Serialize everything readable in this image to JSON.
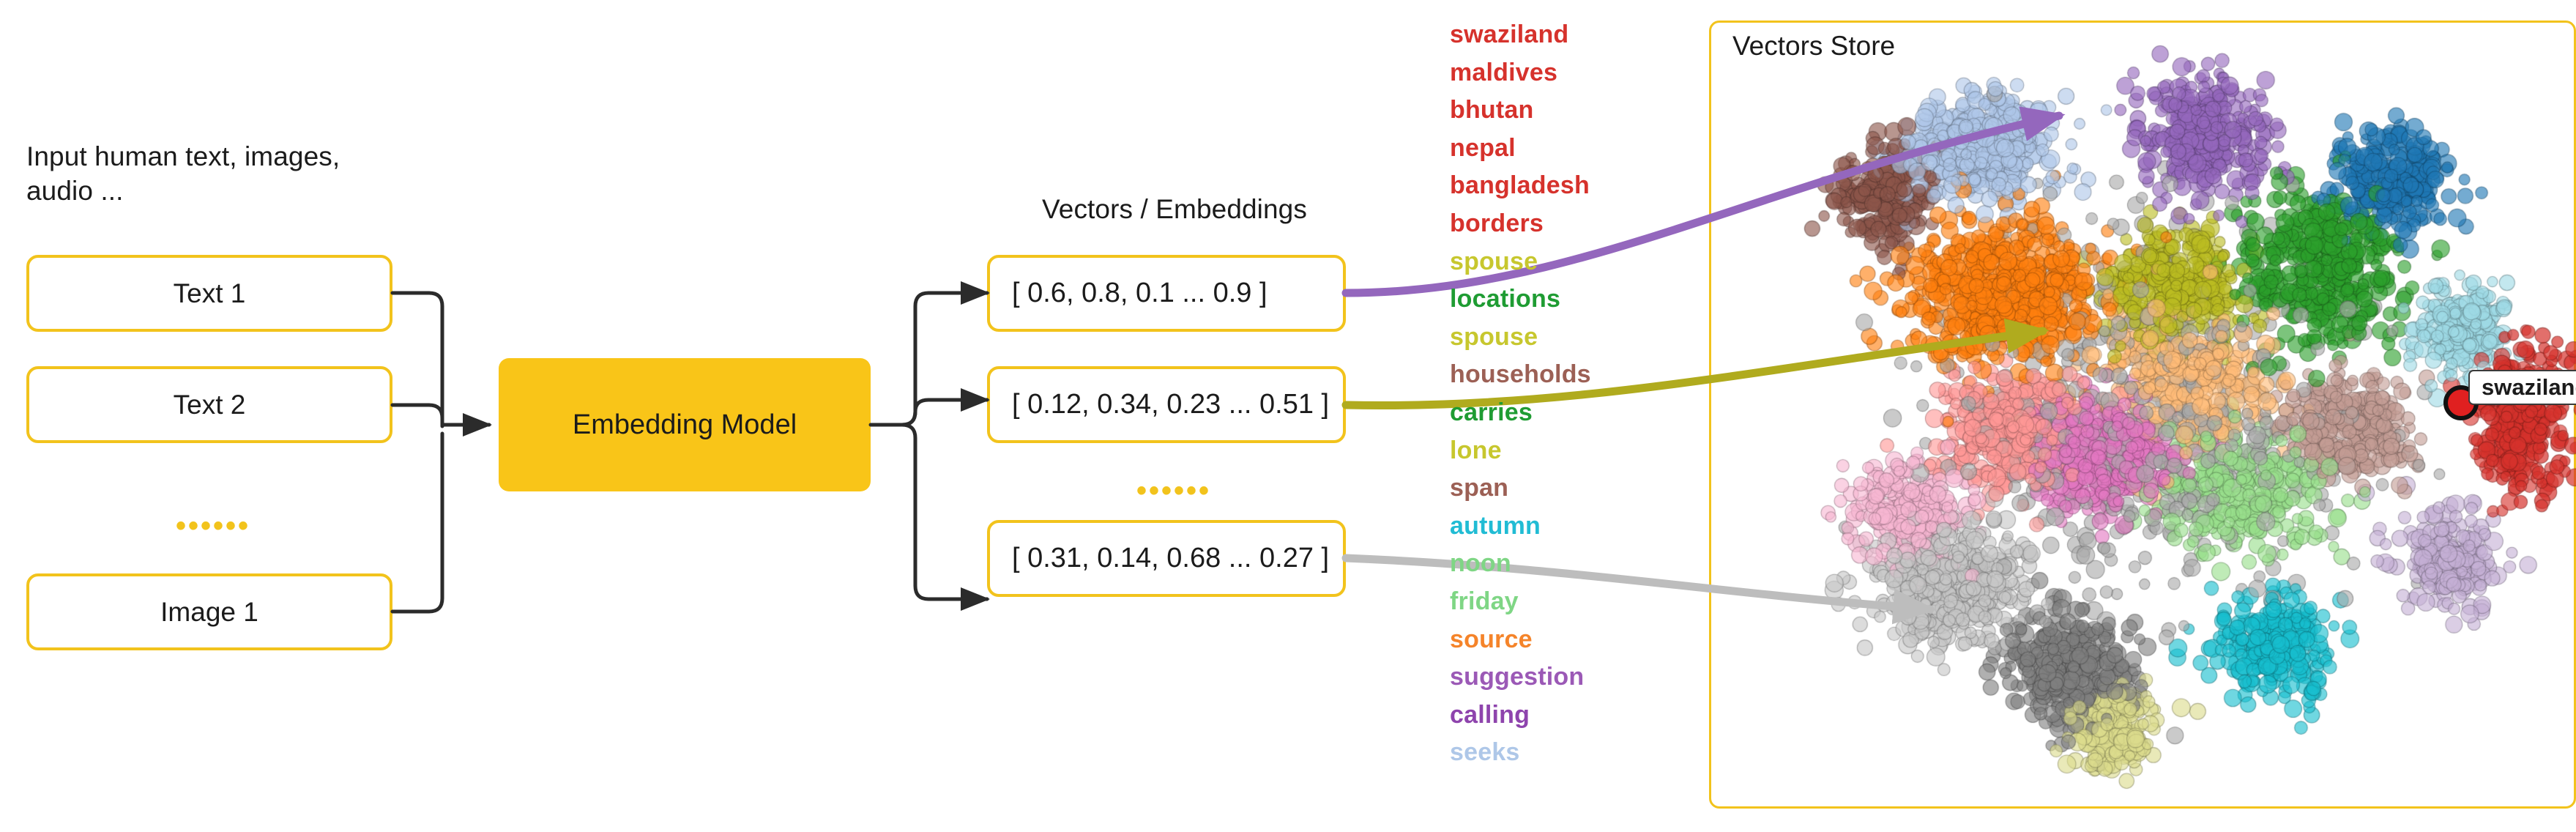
{
  "input_section": {
    "caption": "Input human text, images,\naudio ...",
    "boxes": [
      {
        "label": "Text 1"
      },
      {
        "label": "Text 2"
      },
      {
        "label": "Image 1"
      }
    ],
    "ellipsis": "••••••"
  },
  "model": {
    "label": "Embedding Model"
  },
  "vectors_section": {
    "caption": "Vectors / Embeddings",
    "boxes": [
      {
        "label": "[ 0.6, 0.8, 0.1 ... 0.9 ]"
      },
      {
        "label": "[ 0.12, 0.34, 0.23 ... 0.51 ]"
      },
      {
        "label": "[ 0.31, 0.14, 0.68 ... 0.27 ]"
      }
    ],
    "ellipsis": "••••••"
  },
  "word_list": [
    {
      "text": "swaziland",
      "color": "#d6322c"
    },
    {
      "text": "maldives",
      "color": "#d6322c"
    },
    {
      "text": "bhutan",
      "color": "#d6322c"
    },
    {
      "text": "nepal",
      "color": "#d6322c"
    },
    {
      "text": "bangladesh",
      "color": "#d6322c"
    },
    {
      "text": "borders",
      "color": "#d6322c"
    },
    {
      "text": "spouse",
      "color": "#c7c72e"
    },
    {
      "text": "locations",
      "color": "#1f9c33"
    },
    {
      "text": "spouse",
      "color": "#c7c72e"
    },
    {
      "text": "households",
      "color": "#9c6055"
    },
    {
      "text": "carries",
      "color": "#1f9c33"
    },
    {
      "text": "lone",
      "color": "#c7c72e"
    },
    {
      "text": "span",
      "color": "#9c6055"
    },
    {
      "text": "autumn",
      "color": "#21bcd4"
    },
    {
      "text": "noon",
      "color": "#7fd685"
    },
    {
      "text": "friday",
      "color": "#7fd685"
    },
    {
      "text": "source",
      "color": "#f5842a"
    },
    {
      "text": "suggestion",
      "color": "#9b59b6"
    },
    {
      "text": "calling",
      "color": "#8e44ad"
    },
    {
      "text": "seeks",
      "color": "#aec7e8"
    }
  ],
  "vectors_store": {
    "title": "Vectors Store",
    "highlighted_point_label": "swaziland"
  },
  "connectors": [
    {
      "name": "vector-1-to-store",
      "color": "#9467bd"
    },
    {
      "name": "vector-2-to-store",
      "color": "#b0ab1e"
    },
    {
      "name": "vector-3-to-store",
      "color": "#bdbdbd"
    }
  ],
  "colors": {
    "accent_yellow": "#f2c31c",
    "model_fill": "#f9c518",
    "flow_line": "#2b2b2b",
    "text": "#1b1b1b"
  },
  "chart_data": {
    "type": "scatter",
    "title": "Vectors Store",
    "description": "2-D t-SNE / UMAP projection of word embeddings, ~6000 points grouped into colour-coded semantic clusters",
    "xlabel": "",
    "ylabel": "",
    "grid": false,
    "legend": "none",
    "annotations": [
      {
        "label": "swaziland",
        "cluster": "countries-red",
        "x": 0.955,
        "y": 0.5
      }
    ],
    "clusters": [
      {
        "name": "countries-red",
        "color": "#d6322c",
        "cx": 0.935,
        "cy": 0.505,
        "rx": 0.05,
        "ry": 0.105,
        "n": 230
      },
      {
        "name": "light-blue-upper",
        "color": "#aec7e8",
        "cx": 0.3,
        "cy": 0.155,
        "rx": 0.105,
        "ry": 0.085,
        "n": 420
      },
      {
        "name": "brown-upper-left",
        "color": "#8c564b",
        "cx": 0.185,
        "cy": 0.215,
        "rx": 0.07,
        "ry": 0.08,
        "n": 250
      },
      {
        "name": "orange-core",
        "color": "#ff7f0e",
        "cx": 0.325,
        "cy": 0.345,
        "rx": 0.135,
        "ry": 0.115,
        "n": 620
      },
      {
        "name": "purple-top-right",
        "color": "#9467bd",
        "cx": 0.565,
        "cy": 0.135,
        "rx": 0.09,
        "ry": 0.095,
        "n": 330
      },
      {
        "name": "green-right",
        "color": "#2ca02c",
        "cx": 0.705,
        "cy": 0.305,
        "rx": 0.115,
        "ry": 0.115,
        "n": 430
      },
      {
        "name": "olive-mid",
        "color": "#bcbd22",
        "cx": 0.53,
        "cy": 0.33,
        "rx": 0.095,
        "ry": 0.085,
        "n": 360
      },
      {
        "name": "magenta-mid",
        "color": "#e377c2",
        "cx": 0.45,
        "cy": 0.555,
        "rx": 0.1,
        "ry": 0.09,
        "n": 400
      },
      {
        "name": "salmon-mid",
        "color": "#ff9896",
        "cx": 0.33,
        "cy": 0.52,
        "rx": 0.095,
        "ry": 0.09,
        "n": 350
      },
      {
        "name": "pink-lower-left",
        "color": "#f7b6d2",
        "cx": 0.215,
        "cy": 0.625,
        "rx": 0.08,
        "ry": 0.075,
        "n": 260
      },
      {
        "name": "grey-light-lower",
        "color": "#c7c7c7",
        "cx": 0.26,
        "cy": 0.72,
        "rx": 0.11,
        "ry": 0.1,
        "n": 430
      },
      {
        "name": "dark-grey-bottom",
        "color": "#7f7f7f",
        "cx": 0.405,
        "cy": 0.83,
        "rx": 0.09,
        "ry": 0.095,
        "n": 380
      },
      {
        "name": "cyan-bottom-right",
        "color": "#17becf",
        "cx": 0.65,
        "cy": 0.8,
        "rx": 0.08,
        "ry": 0.075,
        "n": 290
      },
      {
        "name": "yellow-bottom",
        "color": "#dbdb8d",
        "cx": 0.455,
        "cy": 0.915,
        "rx": 0.06,
        "ry": 0.06,
        "n": 200
      },
      {
        "name": "tan-right",
        "color": "#c49c94",
        "cx": 0.735,
        "cy": 0.52,
        "rx": 0.085,
        "ry": 0.08,
        "n": 300
      },
      {
        "name": "steel-blue-right",
        "color": "#1f77b4",
        "cx": 0.79,
        "cy": 0.195,
        "rx": 0.08,
        "ry": 0.08,
        "n": 270
      },
      {
        "name": "lavender-right",
        "color": "#c5b0d5",
        "cx": 0.855,
        "cy": 0.69,
        "rx": 0.07,
        "ry": 0.075,
        "n": 230
      },
      {
        "name": "light-green-scatter",
        "color": "#98df8a",
        "cx": 0.61,
        "cy": 0.6,
        "rx": 0.12,
        "ry": 0.11,
        "n": 280
      },
      {
        "name": "sky-cluster-right",
        "color": "#9edae5",
        "cx": 0.87,
        "cy": 0.395,
        "rx": 0.07,
        "ry": 0.07,
        "n": 210
      },
      {
        "name": "peach-scatter",
        "color": "#ffbb78",
        "cx": 0.54,
        "cy": 0.45,
        "rx": 0.125,
        "ry": 0.11,
        "n": 300
      },
      {
        "name": "mixed-halo",
        "color": "#aaaaaa",
        "cx": 0.5,
        "cy": 0.5,
        "rx": 0.29,
        "ry": 0.29,
        "n": 520
      }
    ]
  }
}
